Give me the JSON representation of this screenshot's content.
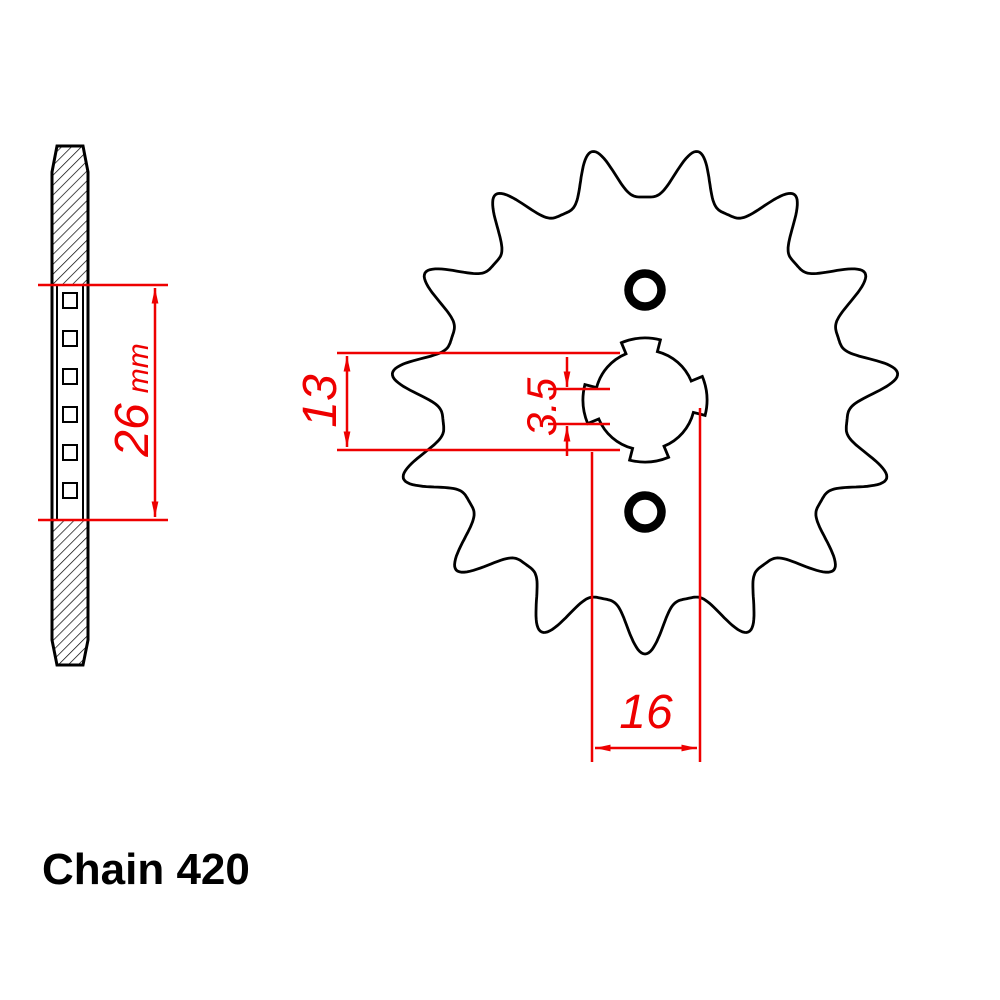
{
  "title": "Chain 420",
  "colors": {
    "dimension": "#ee0000",
    "line": "#000000",
    "background": "#ffffff"
  },
  "dimensions": {
    "side_offset": {
      "value": "26",
      "unit": "mm"
    },
    "bore_width": {
      "value": "13"
    },
    "spline_depth": {
      "value": "3.5"
    },
    "bore_outer": {
      "value": "16"
    }
  }
}
